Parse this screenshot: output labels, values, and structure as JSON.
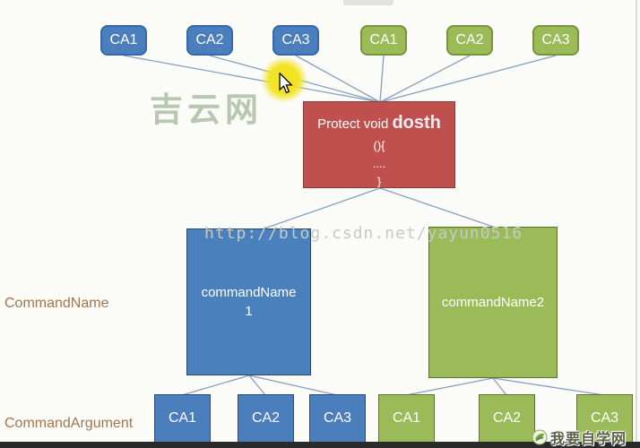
{
  "top": {
    "blue": [
      "CA1",
      "CA2",
      "CA3"
    ],
    "green": [
      "CA1",
      "CA2",
      "CA3"
    ]
  },
  "method": {
    "keyword": "Protect void ",
    "name": "dosth",
    "open": "(){",
    "body": "....",
    "close": "}"
  },
  "mid": {
    "blue_title": "commandName",
    "blue_number": "1",
    "green_title": "commandName2"
  },
  "bottom": {
    "blue": [
      "CA1",
      "CA2",
      "CA3"
    ],
    "green": [
      "CA1",
      "CA2",
      "CA3"
    ]
  },
  "labels": {
    "command_name": "CommandName",
    "command_argument": "CommandArgument"
  },
  "watermarks": {
    "site": "吉云网",
    "url": "http://blog.csdn.net/yayun0516",
    "self_study": "我要自学网"
  },
  "colors": {
    "blue": "#4a7ebc",
    "green": "#9bbb59",
    "red": "#c0504d",
    "connector": "#85a0bf",
    "side_label": "#a3764e",
    "highlight": "#f2e424"
  }
}
